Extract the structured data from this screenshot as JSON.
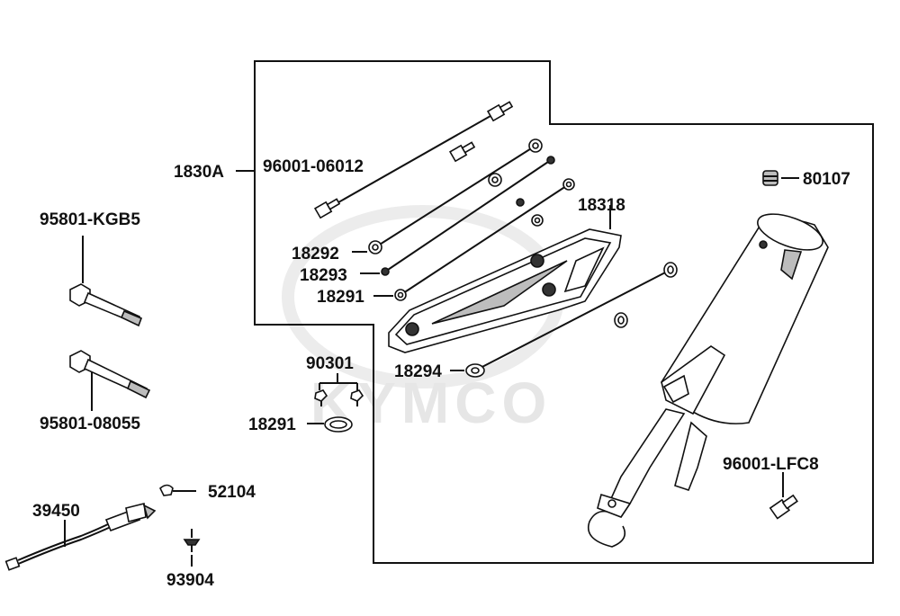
{
  "watermark": {
    "brand_text": "KYMCO"
  },
  "assembly_label": "1830A",
  "parts": [
    {
      "id": "bolt_96001_06012",
      "number": "96001-06012"
    },
    {
      "id": "washer_18292",
      "number": "18292"
    },
    {
      "id": "nut_18293",
      "number": "18293"
    },
    {
      "id": "washer_18291_upper",
      "number": "18291"
    },
    {
      "id": "heat_shield",
      "number": "18318"
    },
    {
      "id": "washer_18294",
      "number": "18294"
    },
    {
      "id": "cap_80107",
      "number": "80107"
    },
    {
      "id": "bolt_95801_kgb5",
      "number": "95801-KGB5"
    },
    {
      "id": "bolt_95801_08055",
      "number": "95801-08055"
    },
    {
      "id": "screw_90301",
      "number": "90301"
    },
    {
      "id": "gasket_18291",
      "number": "18291"
    },
    {
      "id": "bolt_96001_lfc8",
      "number": "96001-LFC8"
    },
    {
      "id": "sensor_39450",
      "number": "39450"
    },
    {
      "id": "clip_52104",
      "number": "52104"
    },
    {
      "id": "screw_93904",
      "number": "93904"
    }
  ]
}
